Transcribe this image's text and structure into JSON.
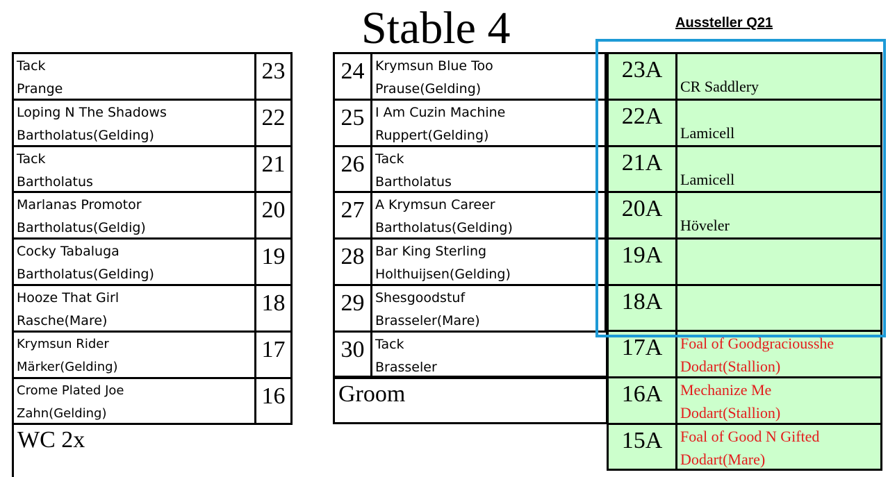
{
  "title": "Stable 4",
  "exhibitor_label": "Aussteller Q21",
  "left_boxes": [
    {
      "line1": "Tack",
      "line2": "Prange",
      "num": "23"
    },
    {
      "line1": "Loping N The Shadows",
      "line2": "Bartholatus(Gelding)",
      "num": "22"
    },
    {
      "line1": "Tack",
      "line2": "Bartholatus",
      "num": "21"
    },
    {
      "line1": "Marlanas Promotor",
      "line2": "Bartholatus(Geldig)",
      "num": "20"
    },
    {
      "line1": "Cocky Tabaluga",
      "line2": "Bartholatus(Gelding)",
      "num": "19"
    },
    {
      "line1": "Hooze That Girl",
      "line2": "Rasche(Mare)",
      "num": "18"
    },
    {
      "line1": "Krymsun Rider",
      "line2": "Märker(Gelding)",
      "num": "17"
    },
    {
      "line1": "Crome Plated Joe",
      "line2": "Zahn(Gelding)",
      "num": "16"
    }
  ],
  "wc_label": "WC 2x",
  "middle_boxes": [
    {
      "num": "24",
      "line1": "Krymsun Blue Too",
      "line2": "Prause(Gelding)"
    },
    {
      "num": "25",
      "line1": "I Am Cuzin Machine",
      "line2": "Ruppert(Gelding)"
    },
    {
      "num": "26",
      "line1": "Tack",
      "line2": "Bartholatus"
    },
    {
      "num": "27",
      "line1": "A Krymsun Career",
      "line2": "Bartholatus(Gelding)"
    },
    {
      "num": "28",
      "line1": "Bar King Sterling",
      "line2": "Holthuijsen(Gelding)"
    },
    {
      "num": "29",
      "line1": "Shesgoodstuf",
      "line2": "Brasseler(Mare)"
    },
    {
      "num": "30",
      "line1": "Tack",
      "line2": "Brasseler"
    }
  ],
  "groom_label": "Groom",
  "exhibitor_boxes": [
    {
      "num": "23A",
      "name": "CR Saddlery"
    },
    {
      "num": "22A",
      "name": "Lamicell"
    },
    {
      "num": "21A",
      "name": "Lamicell"
    },
    {
      "num": "20A",
      "name": "Höveler"
    },
    {
      "num": "19A",
      "name": ""
    },
    {
      "num": "18A",
      "name": ""
    }
  ],
  "foal_boxes": [
    {
      "num": "17A",
      "line1": "Foal of Goodgraciousshe",
      "line2": "Dodart(Stallion)"
    },
    {
      "num": "16A",
      "line1": "Mechanize Me",
      "line2": "Dodart(Stallion)"
    },
    {
      "num": "15A",
      "line1": "Foal of Good N Gifted",
      "line2": "Dodart(Mare)"
    }
  ],
  "colors": {
    "stall_green": "#ccffcc",
    "foal_text": "#e31c1c",
    "highlight": "#1e9ad6"
  }
}
